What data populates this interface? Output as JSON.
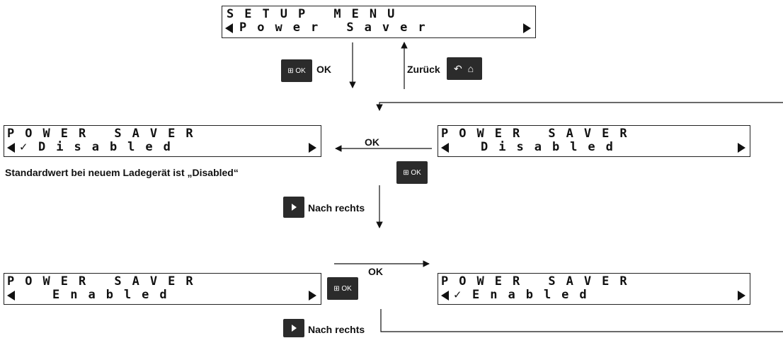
{
  "setup_menu": {
    "line1": "SETUP MENU",
    "line2": "Power Saver"
  },
  "screen_default": {
    "line1": "POWER SAVER",
    "check": "✓",
    "line2": "Disabled"
  },
  "screen_disabled": {
    "line1": "POWER SAVER",
    "line2": "Disabled"
  },
  "screen_enabled": {
    "line1": "POWER SAVER",
    "line2": "Enabled"
  },
  "screen_enabled_checked": {
    "line1": "POWER SAVER",
    "check": "✓",
    "line2": "Enabled"
  },
  "labels": {
    "ok_top": "OK",
    "back": "Zurück",
    "ok_mid": "OK",
    "ok_bottom": "OK",
    "default_note": "Standardwert bei neuem Ladegerät ist „Disabled“",
    "right_mid": "Nach rechts",
    "right_bottom": "Nach rechts"
  },
  "buttons": {
    "ok_glyph": "⊞ OK",
    "back_glyph": "↶ ⌂"
  }
}
